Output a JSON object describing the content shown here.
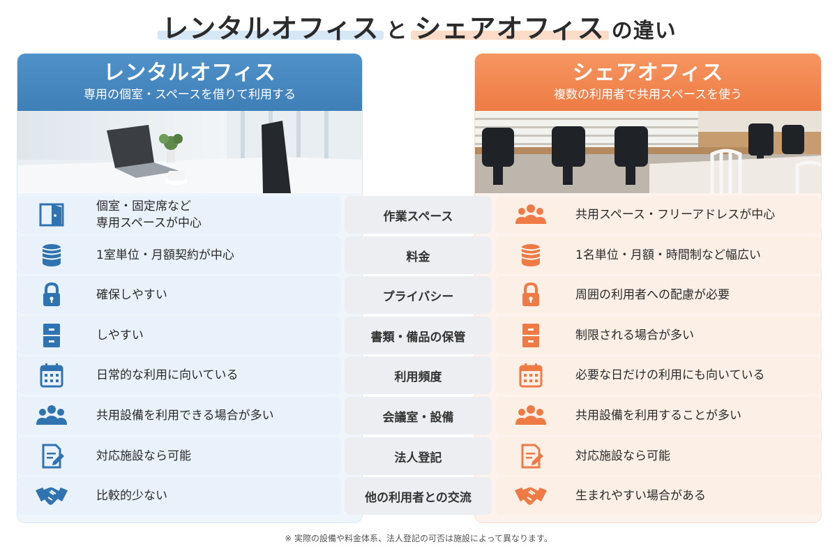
{
  "title": {
    "part1": "レンタルオフィス",
    "connector": "と",
    "part2": "シェアオフィス",
    "suffix": "の違い"
  },
  "left": {
    "heading": "レンタルオフィス",
    "subheading": "専用の個室・スペースを借りて利用する",
    "accent": "#3f7fb8"
  },
  "right": {
    "heading": "シェアオフィス",
    "subheading": "複数の利用者で共用スペースを使う",
    "accent": "#ee7b45"
  },
  "rows": [
    {
      "label": "作業スペース",
      "left_icon": "door-icon",
      "right_icon": "group-icon",
      "left": "個室・固定席など\n専用スペースが中心",
      "right": "共用スペース・フリーアドレスが中心"
    },
    {
      "label": "料金",
      "left_icon": "coins-icon",
      "right_icon": "coins-icon",
      "left": "1室単位・月額契約が中心",
      "right": "1名単位・月額・時間制など幅広い"
    },
    {
      "label": "プライバシー",
      "left_icon": "lock-icon",
      "right_icon": "lock-icon",
      "left": "確保しやすい",
      "right": "周囲の利用者への配慮が必要"
    },
    {
      "label": "書類・備品の保管",
      "left_icon": "cabinet-icon",
      "right_icon": "cabinet-icon",
      "left": "しやすい",
      "right": "制限される場合が多い"
    },
    {
      "label": "利用頻度",
      "left_icon": "calendar-icon",
      "right_icon": "calendar-icon",
      "left": "日常的な利用に向いている",
      "right": "必要な日だけの利用にも向いている"
    },
    {
      "label": "会議室・設備",
      "left_icon": "group-icon",
      "right_icon": "group-icon",
      "left": "共用設備を利用できる場合が多い",
      "right": "共用設備を利用することが多い"
    },
    {
      "label": "法人登記",
      "left_icon": "document-icon",
      "right_icon": "document-icon",
      "left": "対応施設なら可能",
      "right": "対応施設なら可能"
    },
    {
      "label": "他の利用者との交流",
      "left_icon": "handshake-icon",
      "right_icon": "handshake-icon",
      "left": "比較的少ない",
      "right": "生まれやすい場合がある"
    }
  ],
  "footnote": "※ 実際の設備や料金体系、法人登記の可否は施設によって異なります。"
}
